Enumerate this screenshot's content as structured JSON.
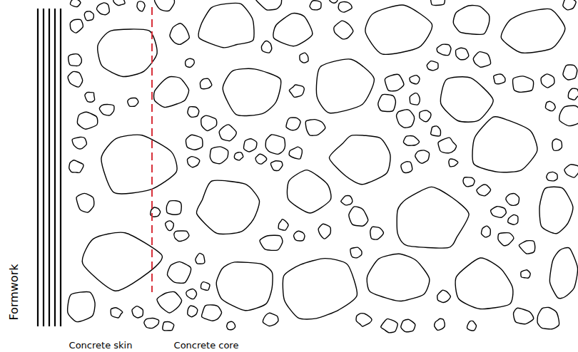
{
  "diagram": {
    "labels": [
      "Formwork",
      "Concrete skin",
      "Concrete core"
    ]
  }
}
